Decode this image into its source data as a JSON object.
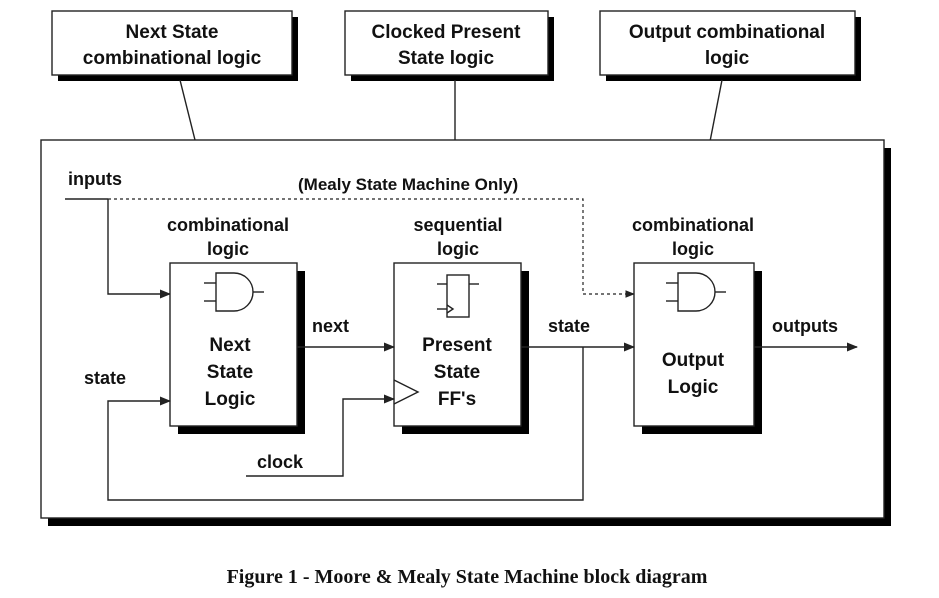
{
  "callouts": {
    "next_state": [
      "Next State",
      "combinational  logic"
    ],
    "clocked": [
      "Clocked Present",
      "State logic"
    ],
    "output": [
      "Output combinational",
      "logic"
    ]
  },
  "labels": {
    "inputs": "inputs",
    "mealy": "(Mealy State Machine Only)",
    "comb_left": [
      "combinational",
      "logic"
    ],
    "sequential": [
      "sequential",
      "logic"
    ],
    "comb_right": [
      "combinational",
      "logic"
    ],
    "next": "next",
    "state_right": "state",
    "outputs": "outputs",
    "state_left": "state",
    "clock": "clock"
  },
  "blocks": {
    "next_state_logic": [
      "Next",
      "State",
      "Logic"
    ],
    "present_state": [
      "Present",
      "State",
      "FF's"
    ],
    "output_logic": [
      "Output",
      "Logic"
    ]
  },
  "caption": "Figure 1 - Moore & Mealy State Machine block diagram"
}
